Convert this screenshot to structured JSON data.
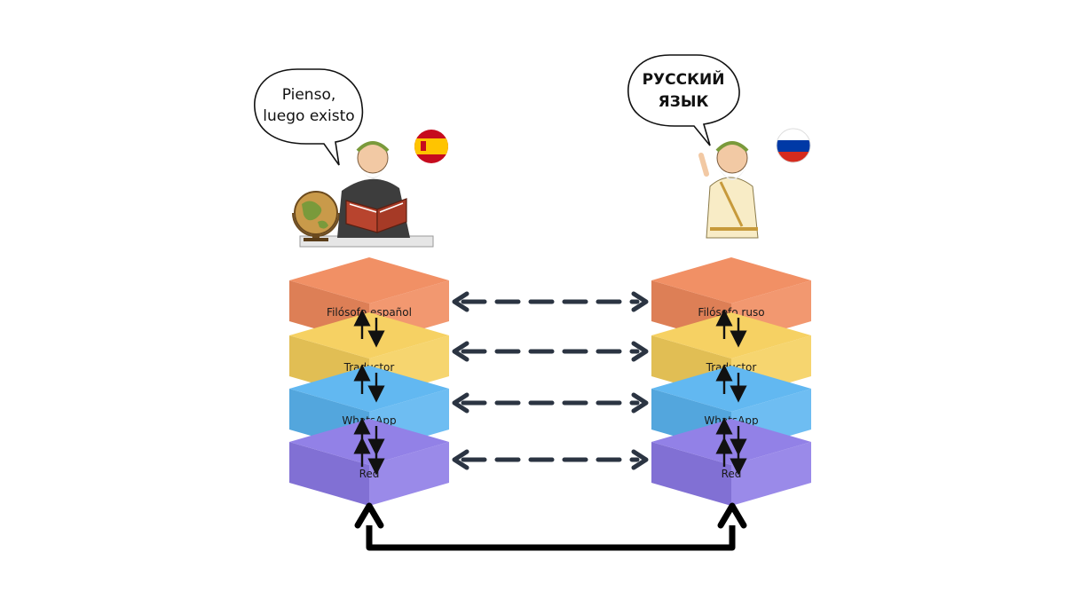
{
  "left_stack": {
    "layers": [
      {
        "label": "Filósofo español",
        "color": "#f08a5d"
      },
      {
        "label": "Traductor",
        "color": "#f5cf5b"
      },
      {
        "label": "WhatsApp",
        "color": "#5ab4f0"
      },
      {
        "label": "Red",
        "color": "#8c7ae6"
      }
    ],
    "speech_lines": [
      "Pienso,",
      "luego existo"
    ],
    "flag": "spain-flag-icon"
  },
  "right_stack": {
    "layers": [
      {
        "label": "Filósofo ruso",
        "color": "#f08a5d"
      },
      {
        "label": "Traductor",
        "color": "#f5cf5b"
      },
      {
        "label": "WhatsApp",
        "color": "#5ab4f0"
      },
      {
        "label": "Red",
        "color": "#8c7ae6"
      }
    ],
    "speech_lines": [
      "РУССКИЙ",
      "ЯЗЫК"
    ],
    "flag": "russia-flag-icon"
  },
  "colors": {
    "arrow_dark": "#2b3442",
    "flag_spain_red": "#c60b1e",
    "flag_spain_yellow": "#ffc400",
    "flag_russia_blue": "#0039a6",
    "flag_russia_red": "#d52b1e"
  },
  "icons": [
    "philosopher-reading-icon",
    "globe-icon",
    "philosopher-toga-icon",
    "speech-bubble-icon"
  ]
}
